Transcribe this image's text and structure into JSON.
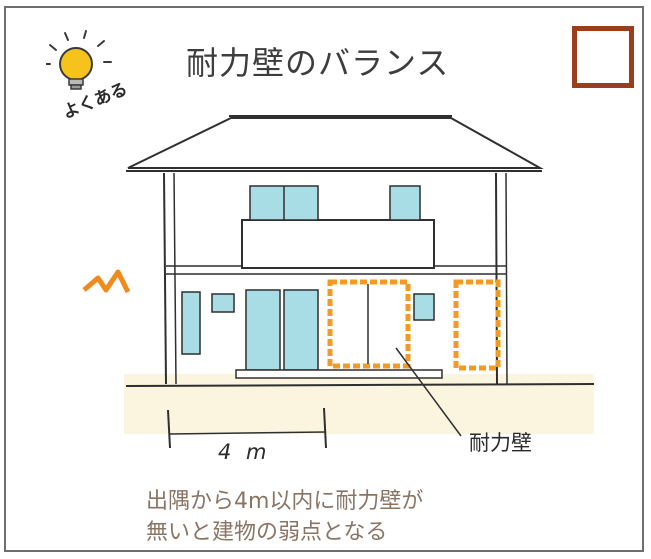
{
  "title": "耐力壁のバランス",
  "badge": "よくある",
  "wall_label": "耐力壁",
  "dimension_label": "4 m",
  "caption": {
    "line1": "出隅から4m以内に耐力壁が",
    "line2": "無いと建物の弱点となる"
  },
  "colors": {
    "frame_border": "#6e6e6e",
    "checkbox_border": "#9a3e1e",
    "bearing_wall": "#f39a24",
    "window_glass": "#a9dde6",
    "caption_text": "#8a7565",
    "bulb": "#f6c21c"
  },
  "icons": [
    "lightbulb-icon",
    "zigzag-mark-icon"
  ]
}
